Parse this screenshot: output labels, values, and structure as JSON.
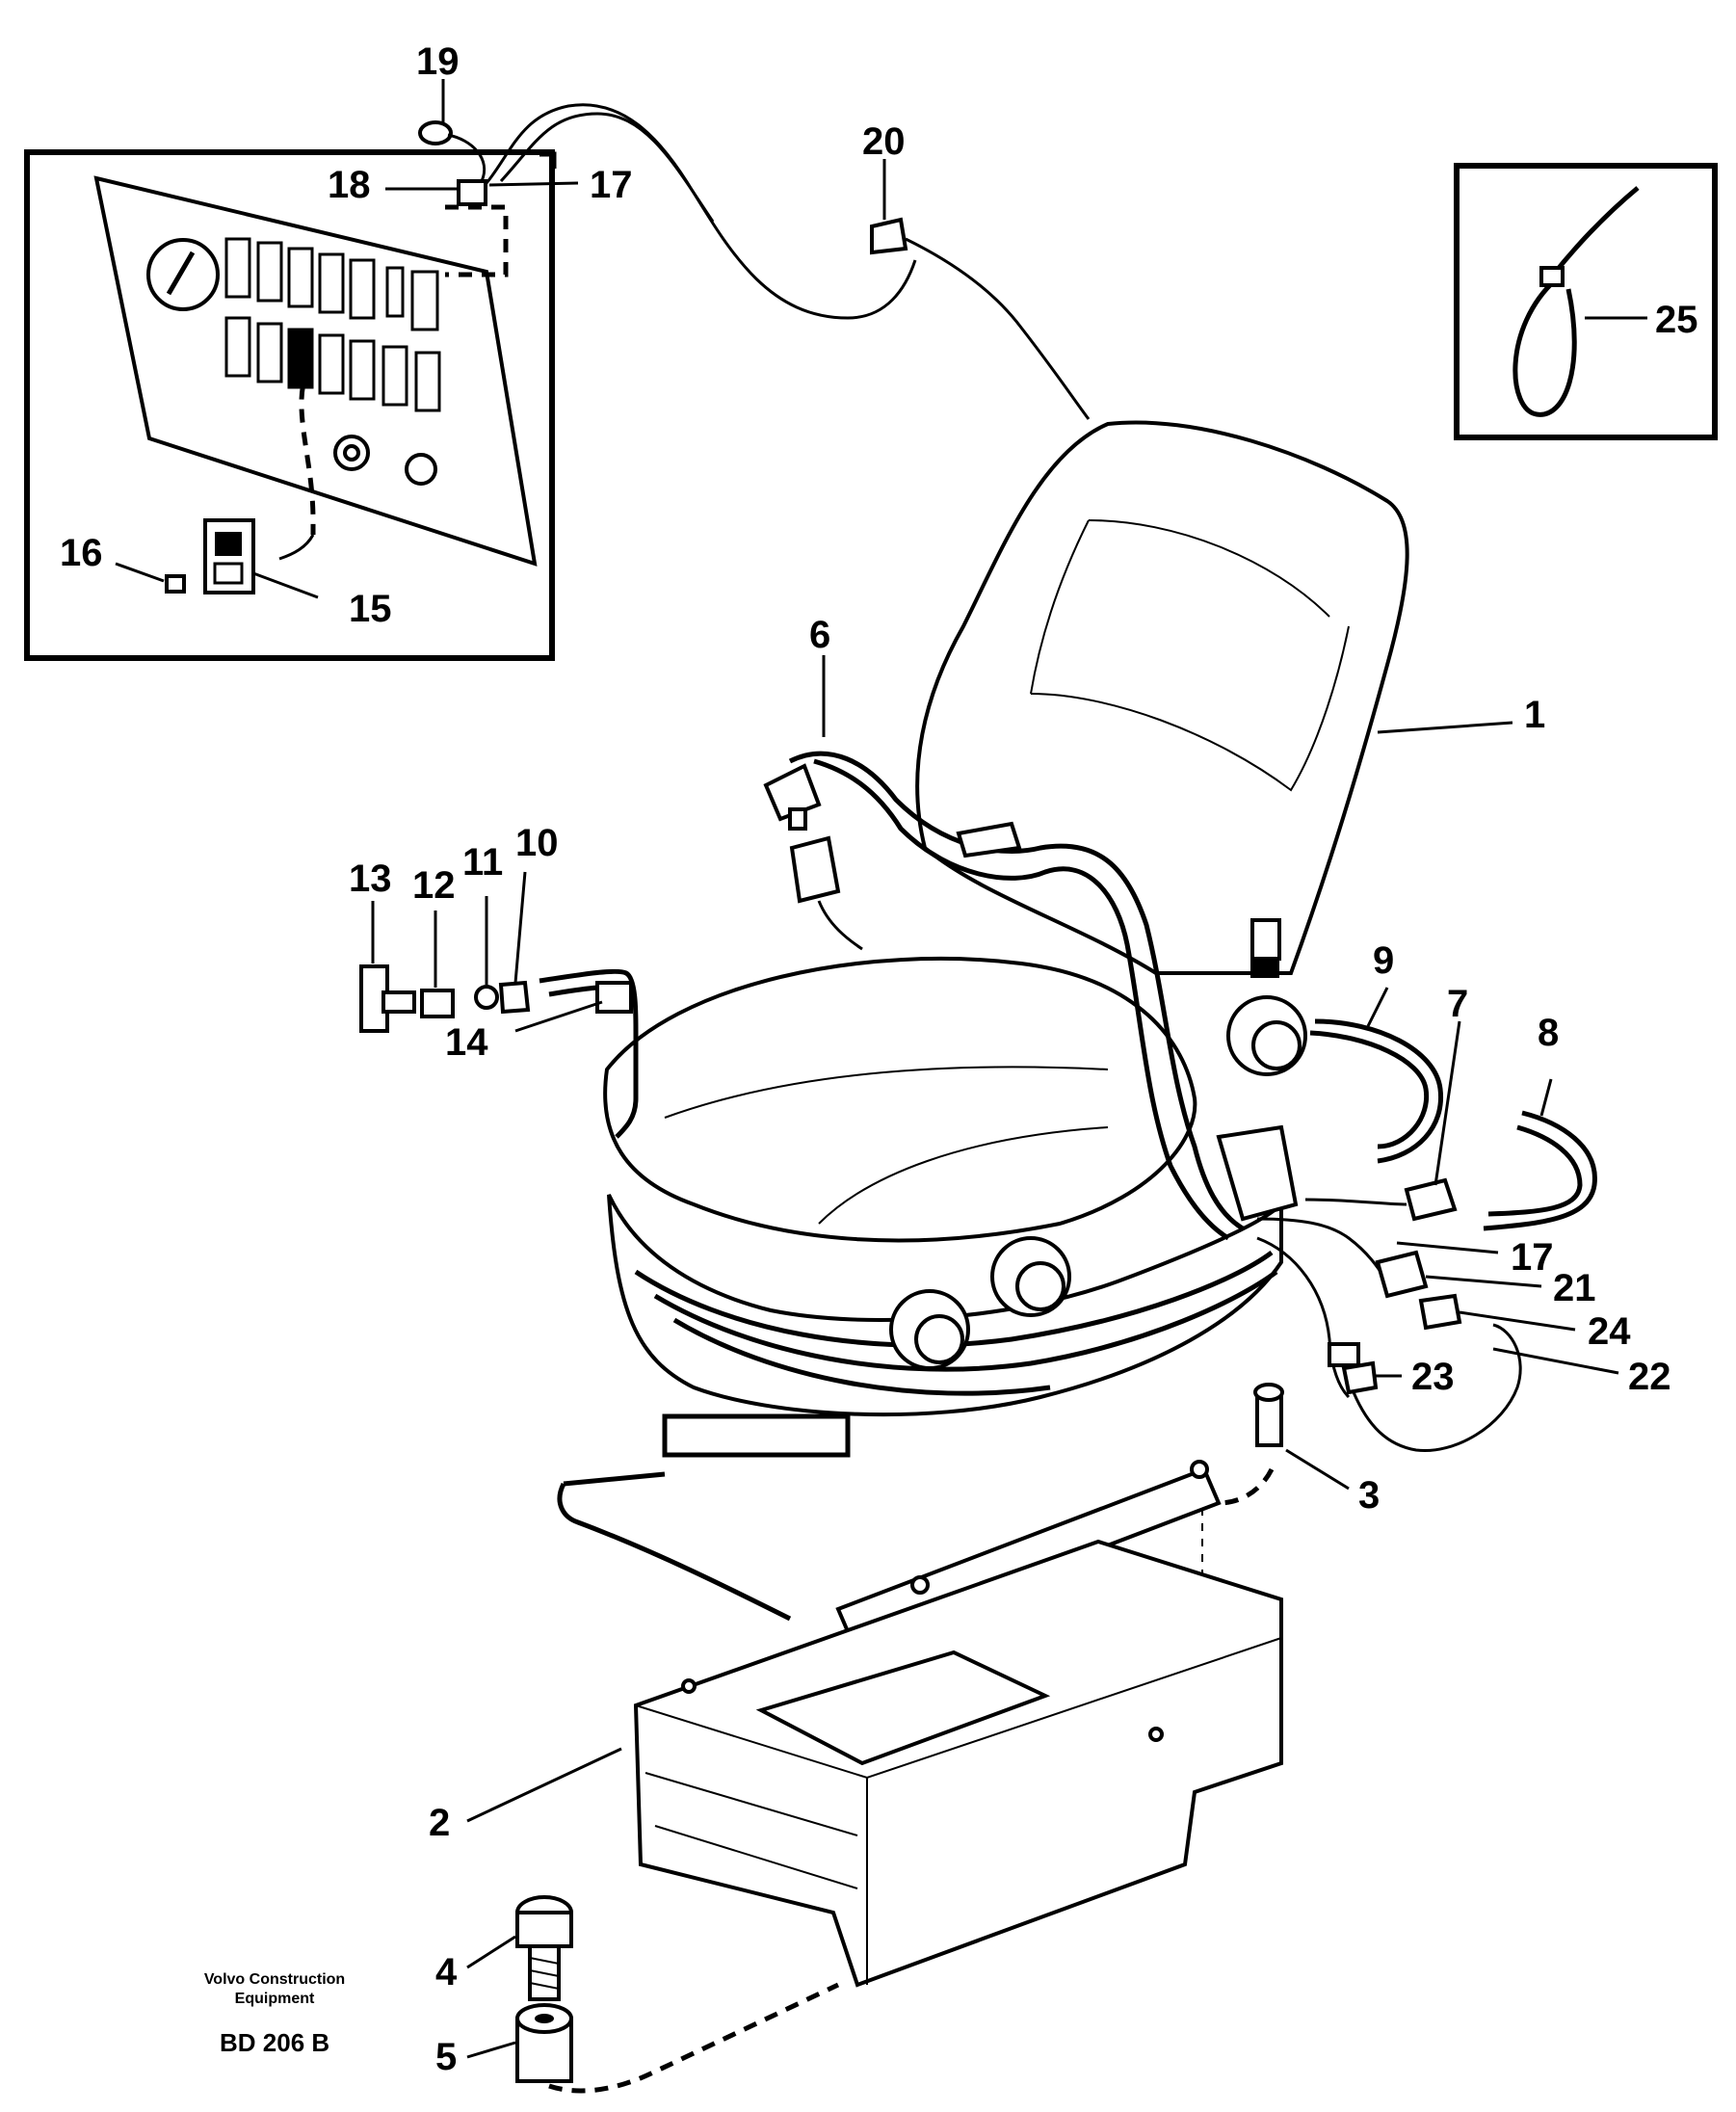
{
  "footer": {
    "maker_line1": "Volvo Construction",
    "maker_line2": "Equipment",
    "drawing_code": "BD 206 B"
  },
  "callouts": {
    "c1": "1",
    "c2": "2",
    "c3": "3",
    "c4": "4",
    "c5": "5",
    "c6": "6",
    "c7": "7",
    "c8": "8",
    "c9": "9",
    "c10": "10",
    "c11": "11",
    "c12": "12",
    "c13": "13",
    "c14": "14",
    "c15": "15",
    "c16": "16",
    "c17a": "17",
    "c17b": "17",
    "c18": "18",
    "c19": "19",
    "c20": "20",
    "c21": "21",
    "c22": "22",
    "c23": "23",
    "c24": "24",
    "c25": "25"
  }
}
